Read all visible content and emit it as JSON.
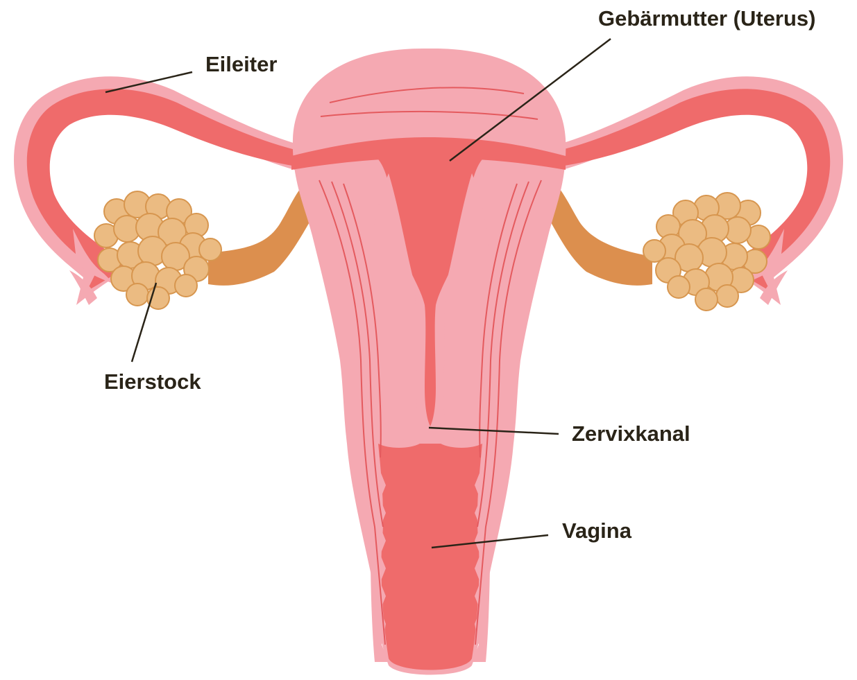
{
  "labels": {
    "uterus": "Gebärmutter (Uterus)",
    "fallopian_tube": "Eileiter",
    "ovary": "Eierstock",
    "cervical_canal": "Zervixkanal",
    "vagina": "Vagina"
  },
  "colors": {
    "outer_tissue": "#f5a9b2",
    "inner_tissue": "#ef6b6b",
    "fold_lines": "#e45a5e",
    "ovary_fill": "#ebbb82",
    "ovary_stroke": "#d7964f",
    "ligament": "#dc8f4e",
    "label_text": "#2a2418",
    "leader_line": "#2a2418"
  }
}
